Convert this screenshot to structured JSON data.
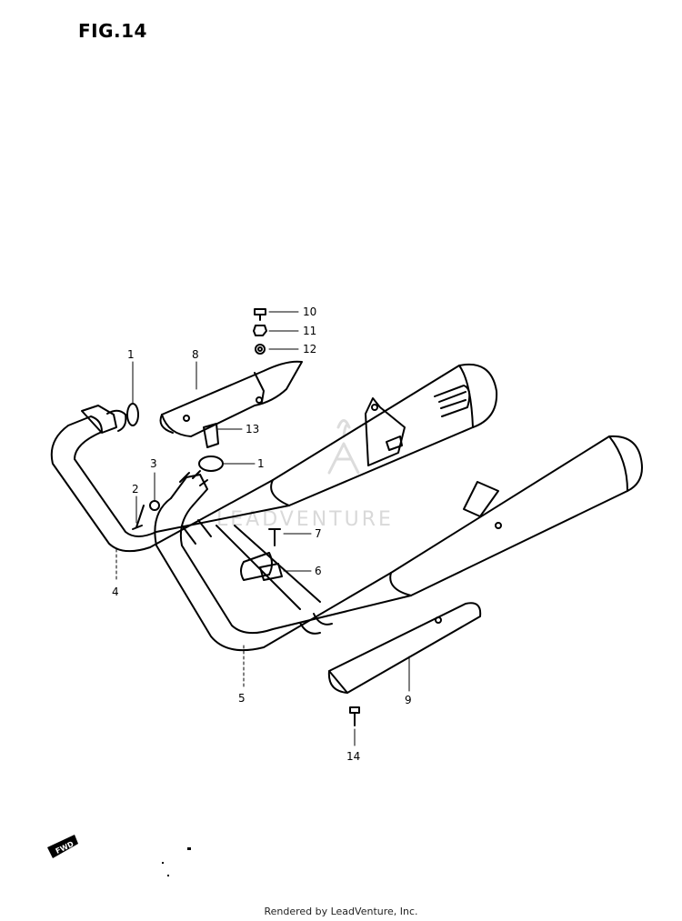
{
  "figure": {
    "title": "FIG.14"
  },
  "watermark": {
    "text": "LEADVENTURE"
  },
  "forward_badge": {
    "text": "FWD"
  },
  "footer": {
    "text": "Rendered by LeadVenture, Inc."
  },
  "callouts": [
    {
      "id": "c1a",
      "label": "1"
    },
    {
      "id": "c8",
      "label": "8"
    },
    {
      "id": "c10",
      "label": "10"
    },
    {
      "id": "c11",
      "label": "11"
    },
    {
      "id": "c12",
      "label": "12"
    },
    {
      "id": "c13",
      "label": "13"
    },
    {
      "id": "c1b",
      "label": "1"
    },
    {
      "id": "c3",
      "label": "3"
    },
    {
      "id": "c2",
      "label": "2"
    },
    {
      "id": "c7",
      "label": "7"
    },
    {
      "id": "c6",
      "label": "6"
    },
    {
      "id": "c4",
      "label": "4"
    },
    {
      "id": "c5",
      "label": "5"
    },
    {
      "id": "c9",
      "label": "9"
    },
    {
      "id": "c14",
      "label": "14"
    }
  ]
}
